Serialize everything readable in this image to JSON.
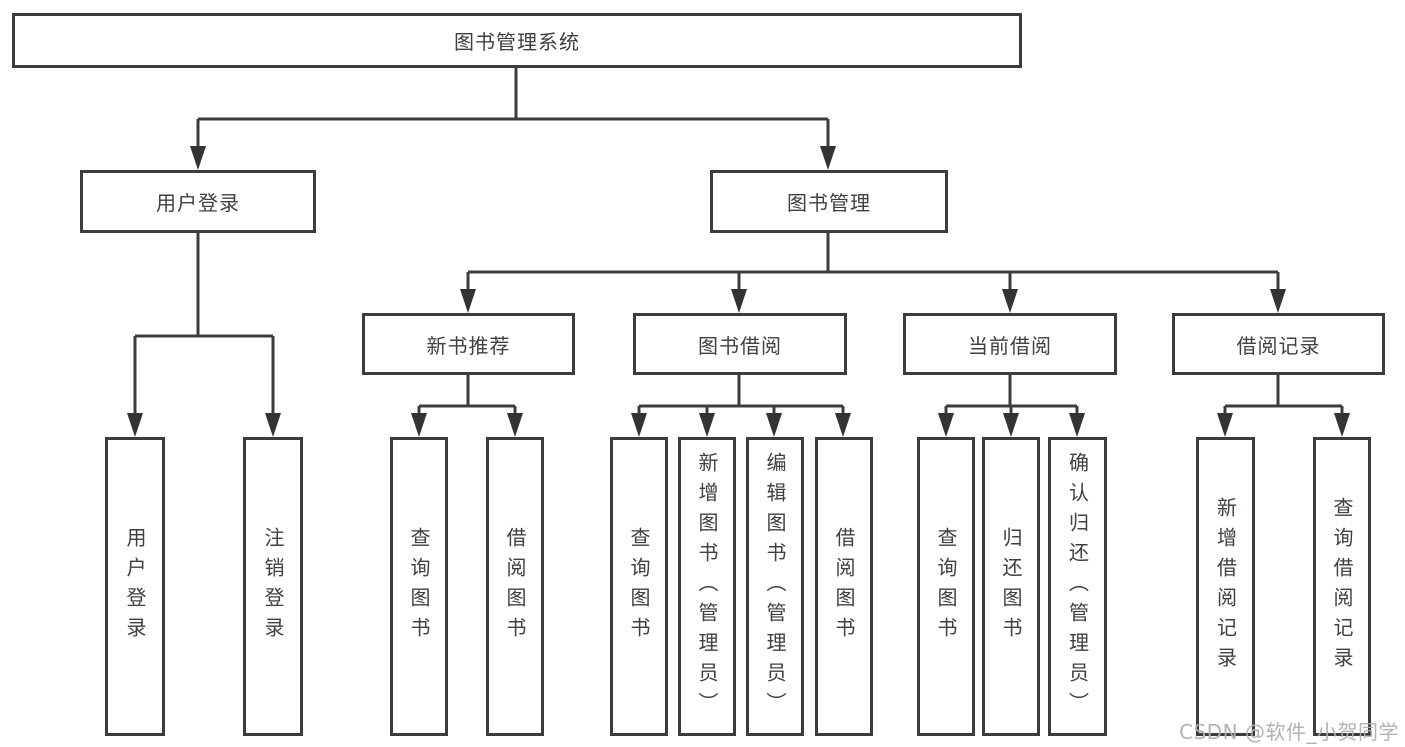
{
  "diagram": {
    "root": {
      "label": "图书管理系统"
    },
    "level2": {
      "user_login": {
        "label": "用户登录"
      },
      "book_mgmt": {
        "label": "图书管理"
      }
    },
    "level3": {
      "new_book_rec": {
        "label": "新书推荐"
      },
      "book_borrow": {
        "label": "图书借阅"
      },
      "current_borrow": {
        "label": "当前借阅"
      },
      "borrow_records": {
        "label": "借阅记录"
      }
    },
    "leaves": {
      "user_login_leaf": "用户登录",
      "logout": "注销登录",
      "nb_query_books": "查询图书",
      "nb_borrow_books": "借阅图书",
      "bb_query_books": "查询图书",
      "bb_add_books": "新增图书（管理员）",
      "bb_edit_books": "编辑图书（管理员）",
      "bb_borrow_books": "借阅图书",
      "cb_query_books": "查询图书",
      "cb_return_books": "归还图书",
      "cb_confirm_return": "确认归还（管理员）",
      "br_add_record": "新增借阅记录",
      "br_query_record": "查询借阅记录"
    },
    "colors": {
      "line": "#3c3c3c",
      "text": "#3d4045",
      "watermark": "#acafb5"
    },
    "watermark": "CSDN @软件_小贺同学"
  }
}
